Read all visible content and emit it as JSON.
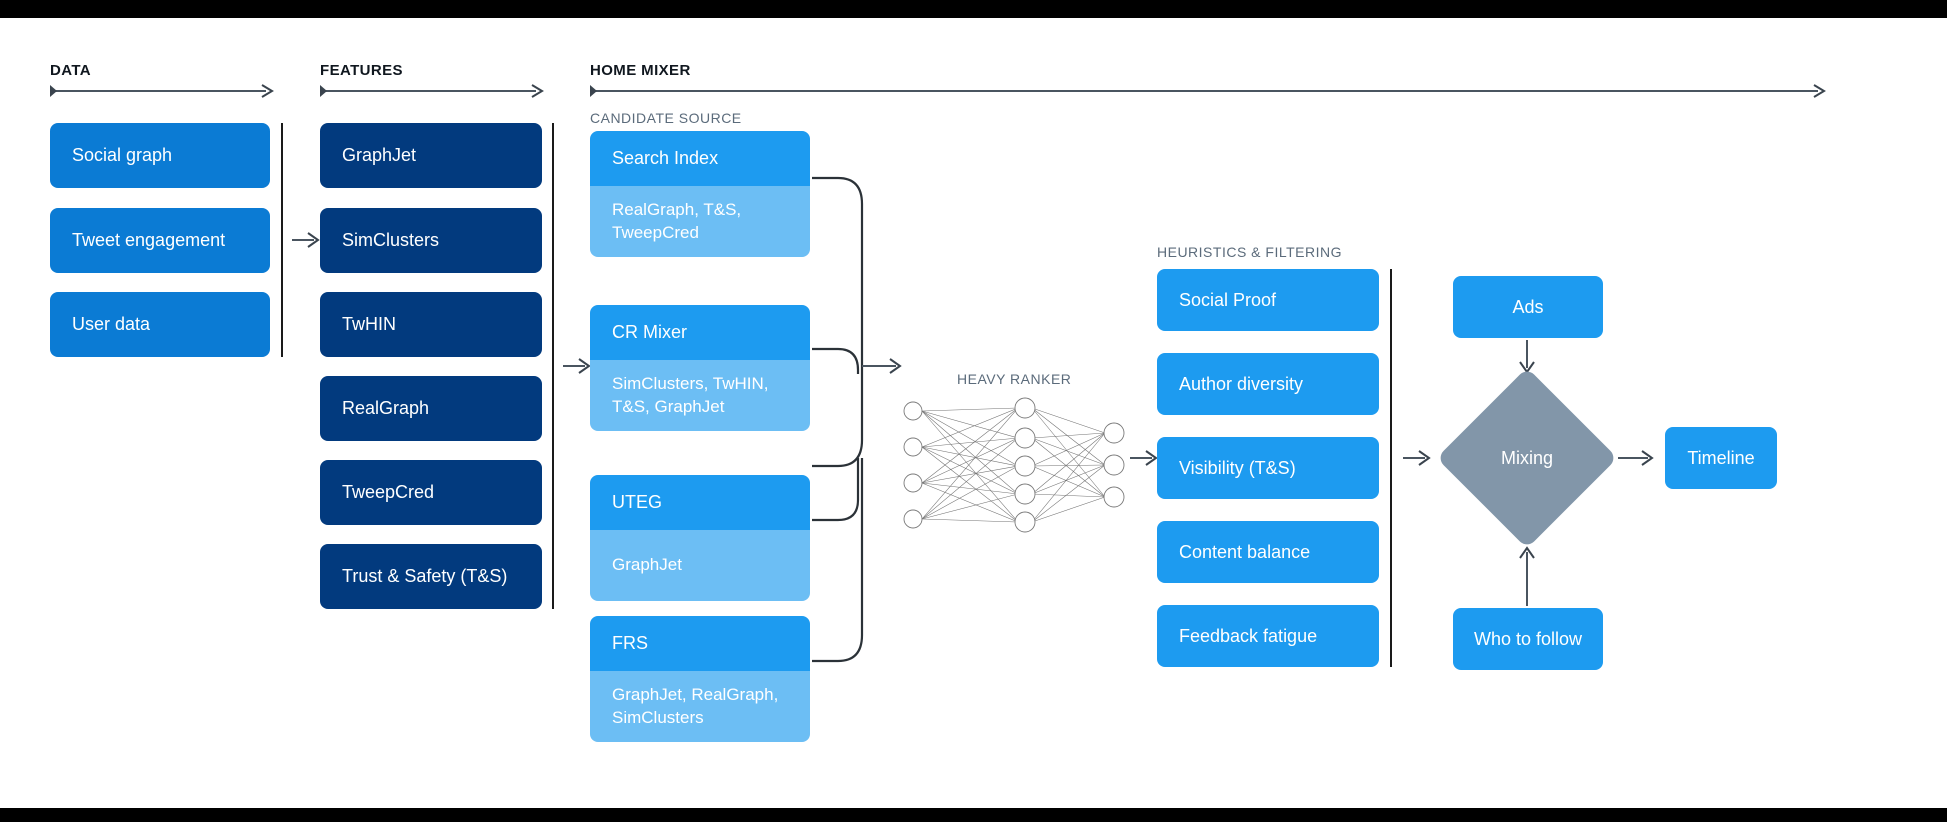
{
  "sections": {
    "data": {
      "label": "DATA"
    },
    "features": {
      "label": "FEATURES"
    },
    "home_mixer": {
      "label": "HOME MIXER"
    },
    "candidate_source": {
      "label": "CANDIDATE SOURCE"
    },
    "heavy_ranker": {
      "label": "HEAVY RANKER"
    },
    "heuristics": {
      "label": "HEURISTICS & FILTERING"
    }
  },
  "data_column": {
    "items": [
      {
        "label": "Social graph"
      },
      {
        "label": "Tweet engagement"
      },
      {
        "label": "User data"
      }
    ]
  },
  "features_column": {
    "items": [
      {
        "label": "GraphJet"
      },
      {
        "label": "SimClusters"
      },
      {
        "label": "TwHIN"
      },
      {
        "label": "RealGraph"
      },
      {
        "label": "TweepCred"
      },
      {
        "label": "Trust & Safety (T&S)"
      }
    ]
  },
  "candidate_sources": {
    "cards": [
      {
        "title": "Search Index",
        "features": "RealGraph, T&S, TweepCred"
      },
      {
        "title": "CR Mixer",
        "features": "SimClusters, TwHIN, T&S, GraphJet"
      },
      {
        "title": "UTEG",
        "features": "GraphJet"
      },
      {
        "title": "FRS",
        "features": "GraphJet, RealGraph, SimClusters"
      }
    ]
  },
  "heuristics_column": {
    "items": [
      {
        "label": "Social Proof"
      },
      {
        "label": "Author diversity"
      },
      {
        "label": "Visibility (T&S)"
      },
      {
        "label": "Content balance"
      },
      {
        "label": "Feedback fatigue"
      }
    ]
  },
  "output_stage": {
    "ads": {
      "label": "Ads"
    },
    "mixing": {
      "label": "Mixing"
    },
    "who_to_follow": {
      "label": "Who to follow"
    },
    "timeline": {
      "label": "Timeline"
    }
  },
  "neural_net": {
    "layers": [
      4,
      5,
      3
    ]
  },
  "colors": {
    "data_box": "#0b7bd4",
    "feature_box": "#023a7e",
    "card_header": "#1d9bf0",
    "card_body": "#6cbef4",
    "heuristic_box": "#1d9bf0",
    "mixing_diamond": "#8296a9",
    "rule": "#4a5560"
  }
}
